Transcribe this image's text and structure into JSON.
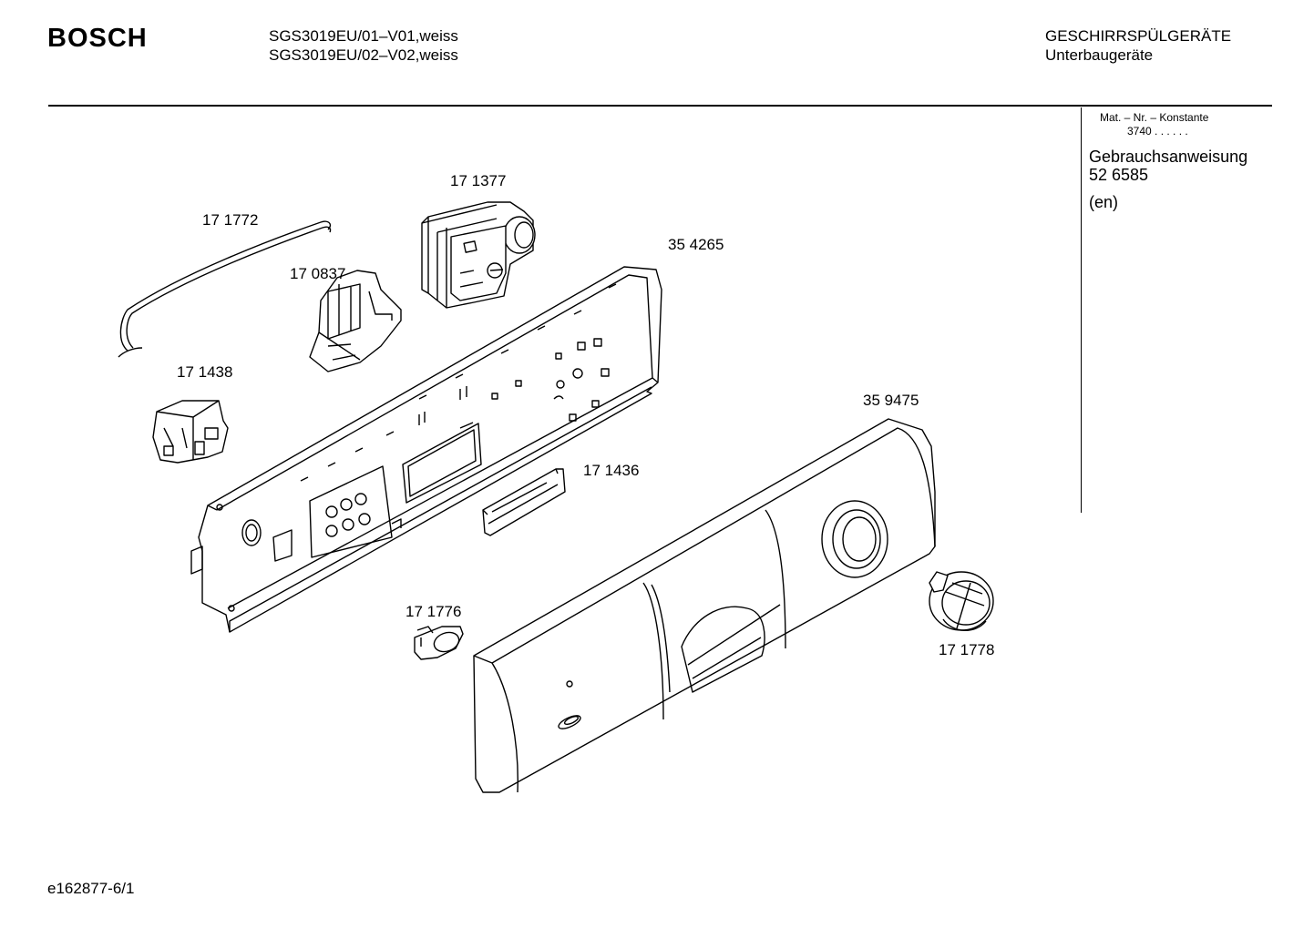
{
  "header": {
    "brand": "BOSCH",
    "models": [
      "SGS3019EU/01–V01,weiss",
      "SGS3019EU/02–V02,weiss"
    ],
    "category": "GESCHIRRSPÜLGERÄTE",
    "subcategory": "Unterbaugeräte"
  },
  "sidebar": {
    "mat_label": "Mat. – Nr. – Konstante",
    "mat_value": "3740  .  .    .  .  .  .",
    "doc_title": "Gebrauchsanweisung",
    "doc_number": "52 6585",
    "doc_lang": "(en)"
  },
  "parts": [
    {
      "id": "171772",
      "label": "17 1772"
    },
    {
      "id": "171377",
      "label": "17 1377"
    },
    {
      "id": "170837",
      "label": "17 0837"
    },
    {
      "id": "354265",
      "label": "35 4265"
    },
    {
      "id": "171438",
      "label": "17 1438"
    },
    {
      "id": "359475",
      "label": "35 9475"
    },
    {
      "id": "171436",
      "label": "17 1436"
    },
    {
      "id": "171776",
      "label": "17 1776"
    },
    {
      "id": "171778",
      "label": "17 1778"
    }
  ],
  "footer": {
    "code": "e162877-6/1"
  }
}
